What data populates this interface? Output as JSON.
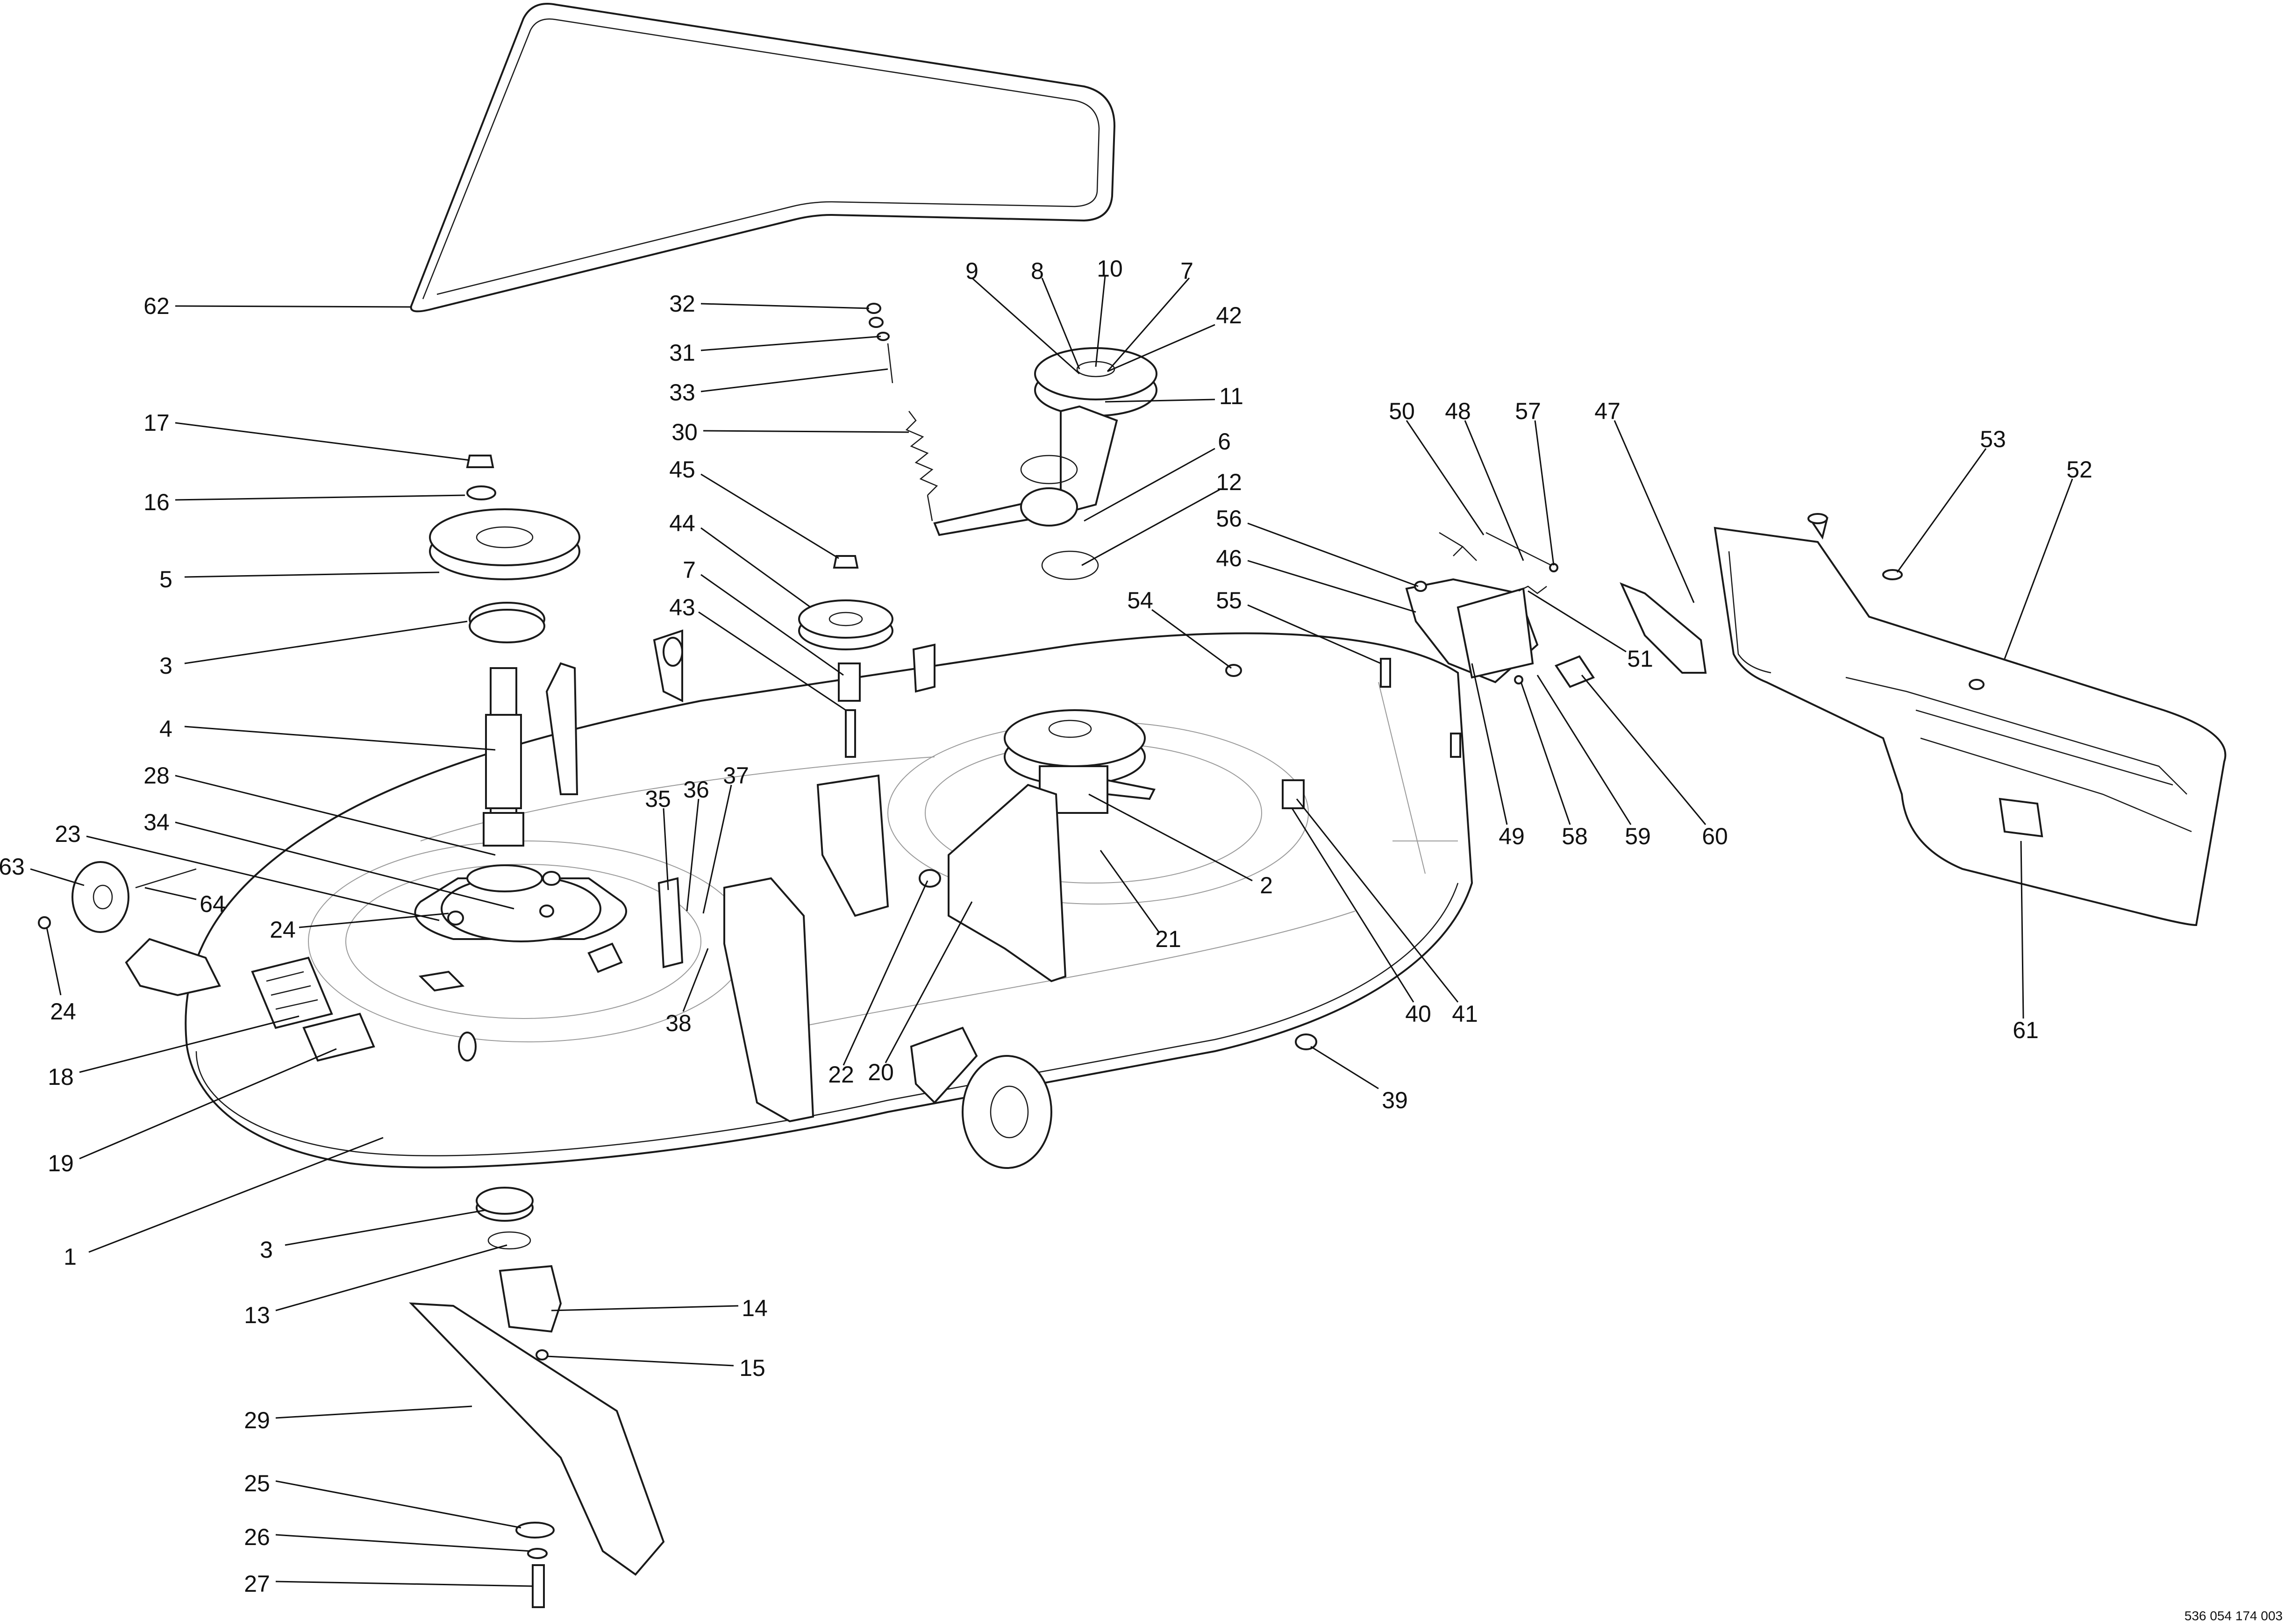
{
  "document_number": "536 054 174 003",
  "callouts": [
    "1",
    "2",
    "3",
    "3",
    "4",
    "5",
    "6",
    "7",
    "7",
    "8",
    "9",
    "10",
    "11",
    "12",
    "13",
    "14",
    "15",
    "16",
    "17",
    "18",
    "19",
    "20",
    "21",
    "22",
    "23",
    "24",
    "24",
    "25",
    "26",
    "27",
    "28",
    "29",
    "30",
    "31",
    "32",
    "33",
    "34",
    "35",
    "36",
    "37",
    "38",
    "39",
    "40",
    "41",
    "42",
    "43",
    "44",
    "45",
    "46",
    "47",
    "48",
    "49",
    "50",
    "51",
    "52",
    "53",
    "54",
    "55",
    "56",
    "57",
    "58",
    "59",
    "60",
    "61",
    "62",
    "63",
    "64"
  ]
}
